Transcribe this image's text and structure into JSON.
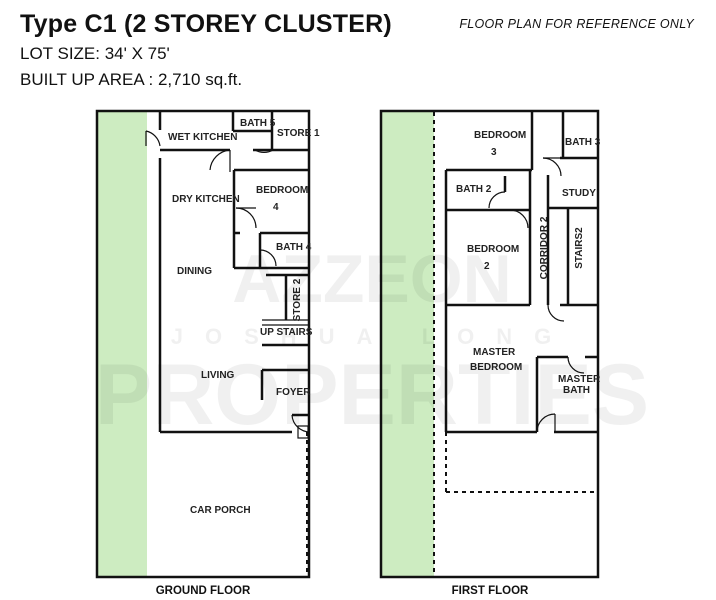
{
  "header": {
    "title": "Type C1 (2 STOREY CLUSTER)",
    "lot_size": "LOT SIZE: 34' X 75'",
    "built_up": "BUILT UP AREA : 2,710 sq.ft.",
    "note": "FLOOR PLAN FOR REFERENCE ONLY"
  },
  "colors": {
    "garden": "#cdecc1",
    "wall": "#111111"
  },
  "watermark": {
    "line1": "AZZEON",
    "line2": "JOSHUA LONG",
    "line3": "PROPERTIES"
  },
  "ground_floor": {
    "caption": "GROUND FLOOR",
    "rooms": {
      "wet_kitchen": "WET KITCHEN",
      "bath5": "BATH 5",
      "store1": "STORE 1",
      "dry_kitchen": "DRY KITCHEN",
      "bedroom": "BEDROOM",
      "bedroom_no": "4",
      "bath4": "BATH 4",
      "dining": "DINING",
      "store2": "STORE 2",
      "up_stairs": "UP STAIRS",
      "living": "LIVING",
      "foyer": "FOYER",
      "car_porch": "CAR PORCH"
    }
  },
  "first_floor": {
    "caption": "FIRST FLOOR",
    "rooms": {
      "bedroom3": "BEDROOM",
      "bedroom3_no": "3",
      "bath3": "BATH 3",
      "bath2": "BATH 2",
      "study": "STUDY",
      "bedroom2": "BEDROOM",
      "bedroom2_no": "2",
      "corridor2": "CORRIDOR 2",
      "stairs2": "STAIRS2",
      "master": "MASTER",
      "bedroom_m": "BEDROOM",
      "master_bath": "MASTER",
      "master_bath2": "BATH"
    }
  }
}
